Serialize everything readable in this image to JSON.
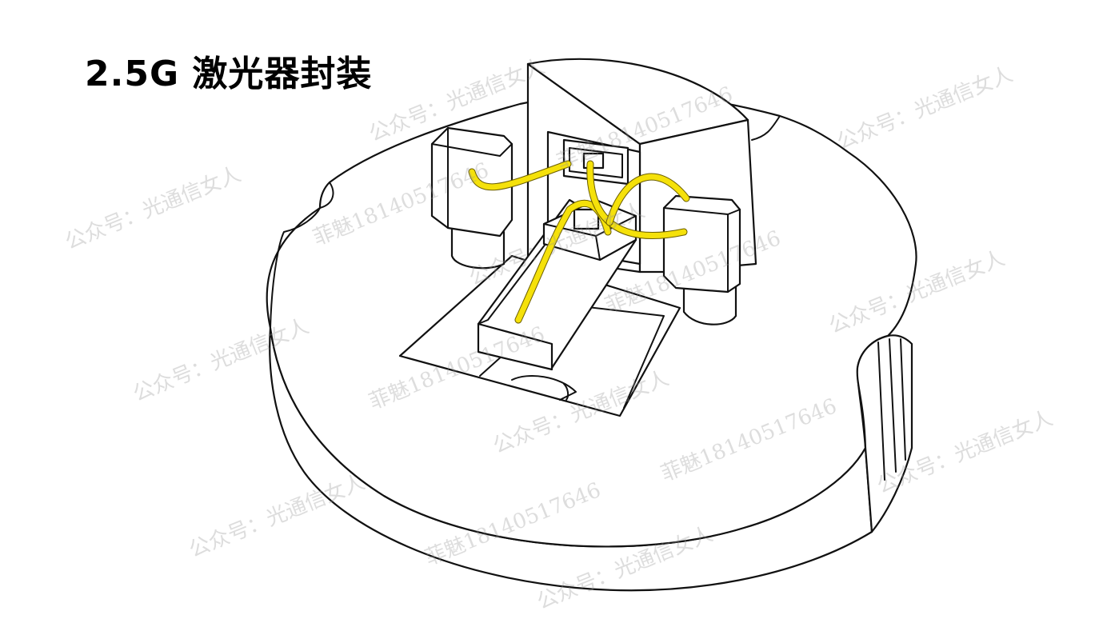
{
  "title": "2.5G 激光器封装",
  "watermark": {
    "wechat": "公众号：光通信女人",
    "contact": "菲魅18140517646"
  },
  "colors": {
    "wire": "#f5e10a",
    "wire_edge": "#6b5e00",
    "outline": "#111111",
    "background": "#ffffff"
  }
}
